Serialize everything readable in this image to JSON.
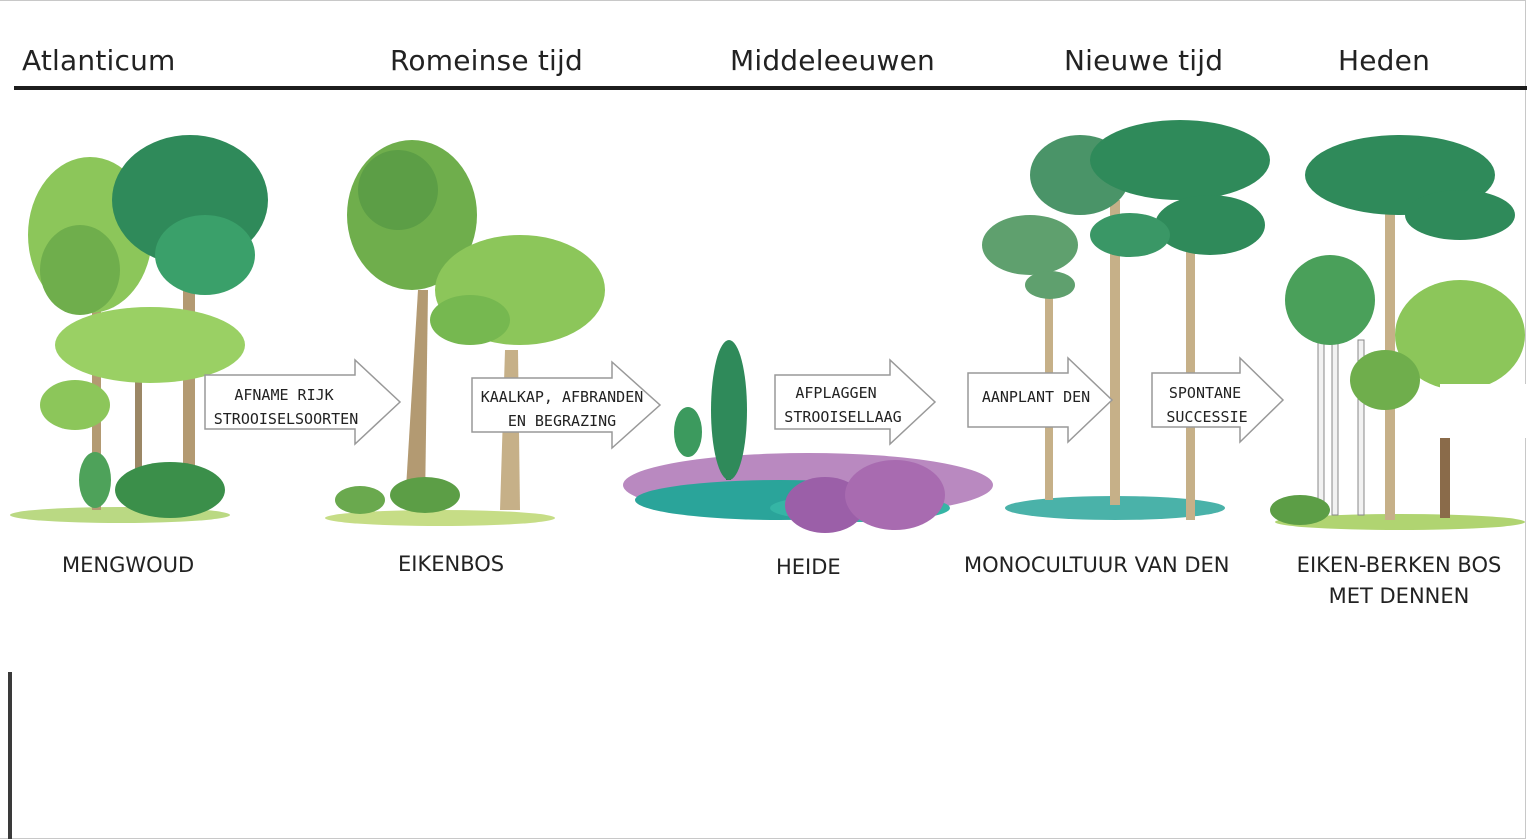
{
  "eras": [
    "Atlanticum",
    "Romeinse tijd",
    "Middeleeuwen",
    "Nieuwe tijd",
    "Heden"
  ],
  "stages": [
    {
      "label": "MENGWOUD"
    },
    {
      "label": "EIKENBOS"
    },
    {
      "label": "HEIDE"
    },
    {
      "label": "MONOCULTUUR VAN DEN"
    },
    {
      "label": "EIKEN-BERKEN BOS",
      "label2": "MET DENNEN"
    }
  ],
  "transitions": [
    {
      "line1": "AFNAME RIJK",
      "line2": "STROOISELSOORTEN"
    },
    {
      "line1": "KAALKAP, AFBRANDEN",
      "line2": "EN BEGRAZING"
    },
    {
      "line1": "AFPLAGGEN",
      "line2": "STROOISELLAAG"
    },
    {
      "line1": "AANPLANT DEN",
      "line2": ""
    },
    {
      "line1": "SPONTANE",
      "line2": "SUCCESSIE"
    }
  ],
  "colors": {
    "foliage_dark": "#2f8a5a",
    "foliage_mid": "#5fae4e",
    "foliage_light": "#8cc65a",
    "trunk": "#b39a72",
    "heather": "#a86bb0",
    "heath_water": "#2aa49a",
    "birch": "#f2f2f2"
  }
}
